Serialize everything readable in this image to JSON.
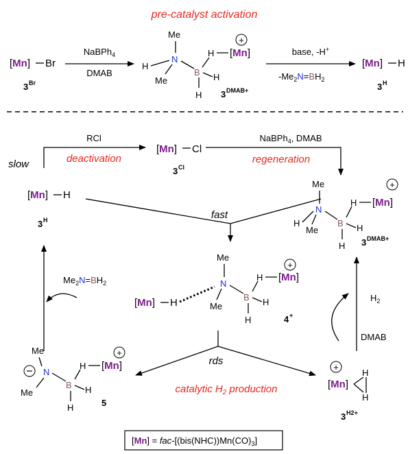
{
  "top": {
    "title": "pre-catalyst activation",
    "mn": "Mn",
    "br": "Br",
    "h": "H",
    "me": "Me",
    "n": "N",
    "b": "B",
    "reagent1_top": "NaBPh4",
    "reagent1_bottom": "DMAB",
    "reagent2_top": "base, -H+",
    "reagent2_bottom_a": "-Me2",
    "reagent2_bottom_b": "N",
    "reagent2_bottom_c": "=",
    "reagent2_bottom_d": "B",
    "reagent2_bottom_e": "H2",
    "label_3br": "3",
    "label_3br_sup": "Br",
    "label_3dmab": "3",
    "label_3dmab_sup": "DMAB+",
    "label_3h": "3",
    "label_3h_sup": "H"
  },
  "cycle": {
    "slow": "slow",
    "rcl": "RCl",
    "deactivation": "deactivation",
    "cl": "Cl",
    "label_3cl": "3",
    "label_3cl_sup": "Cl",
    "regen_reagent": "NaBPh4, DMAB",
    "regeneration": "regeneration",
    "fast": "fast",
    "rds": "rds",
    "label_4": "4",
    "label_4_sup": "+",
    "label_5": "5",
    "label_3h2": "3",
    "label_3h2_sup": "H2+",
    "me2nbh2_a": "Me",
    "me2nbh2_b": "2",
    "h2": "H2",
    "dmab": "DMAB",
    "catalytic": "catalytic H2 production"
  },
  "legend": {
    "mn": "Mn",
    "text": "= fac-[(bis(NHC))Mn(CO)3]"
  }
}
